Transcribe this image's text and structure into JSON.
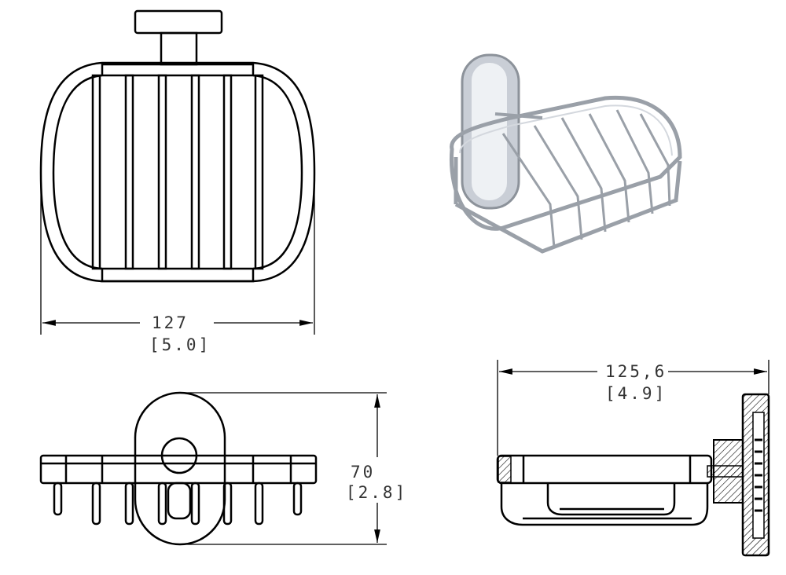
{
  "drawing": {
    "top_view": {
      "dimension_mm": "127",
      "dimension_in": "[5.0]"
    },
    "front_view": {
      "dimension_mm": "70",
      "dimension_in": "[2.8]"
    },
    "side_view": {
      "dimension_mm": "125,6",
      "dimension_in": "[4.9]"
    }
  },
  "colors": {
    "line": "#000000",
    "chrome": "#9aa0a8",
    "text": "#333333"
  }
}
